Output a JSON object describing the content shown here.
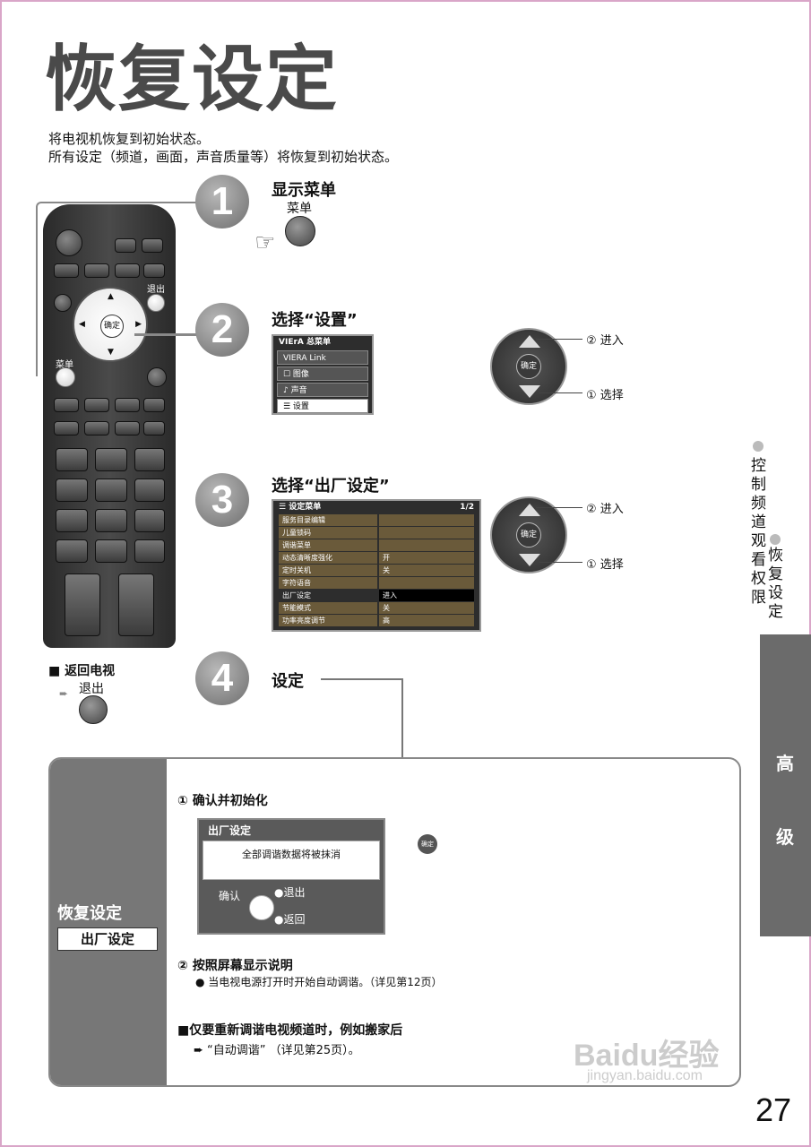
{
  "title": "恢复设定",
  "intro": [
    "将电视机恢复到初始状态。",
    "所有设定（频道，画面，声音质量等）将恢复到初始状态。"
  ],
  "remote": {
    "exit_label": "退出",
    "menu_label": "菜单",
    "ok_label": "确定"
  },
  "steps": [
    {
      "num": "1",
      "title": "显示菜单",
      "sub": "菜单"
    },
    {
      "num": "2",
      "title": "选择“设置”"
    },
    {
      "num": "3",
      "title": "选择“出厂设定”"
    },
    {
      "num": "4",
      "title": "设定"
    }
  ],
  "main_menu": {
    "header": "VIErA 总菜单",
    "items": [
      "VIERA Link",
      "☐ 图像",
      "♪ 声音",
      "☰ 设置"
    ]
  },
  "setup_menu": {
    "header": "☰ 设定菜单",
    "page": "1/2",
    "rows": [
      {
        "label": "服务目录编辑",
        "value": ""
      },
      {
        "label": "儿童锁码",
        "value": ""
      },
      {
        "label": "调谐菜单",
        "value": ""
      },
      {
        "label": "动态清晰度强化",
        "value": "开"
      },
      {
        "label": "定时关机",
        "value": "关"
      },
      {
        "label": "字符语音",
        "value": ""
      },
      {
        "label": "出厂设定",
        "value": "进入"
      },
      {
        "label": "节能模式",
        "value": "关"
      },
      {
        "label": "功率亮度调节",
        "value": "高"
      }
    ]
  },
  "callouts": {
    "enter": "② 进入",
    "select": "① 选择",
    "ok": "确定"
  },
  "return_tv": {
    "label": "■ 返回电视",
    "button": "退出"
  },
  "side": {
    "items": [
      "控制频道观看权限",
      "恢复设定"
    ],
    "tab": [
      "高",
      "级"
    ]
  },
  "panel": {
    "left_title": "恢复设定",
    "left_box": "出厂设定",
    "step1": "① 确认并初始化",
    "dialog_title": "出厂设定",
    "dialog_msg": "全部调谐数据将被抹消",
    "confirm": "确认",
    "exit": "●退出",
    "back": "●返回",
    "ok_icon": "确定",
    "step2": "② 按照屏幕显示说明",
    "step2_note": "● 当电视电源打开时开始自动调谐。（详见第12页）",
    "retune_title": "■仅要重新调谐电视频道时，例如搬家后",
    "retune_note": "➨ “自动调谐” （详见第25页）。"
  },
  "watermark": {
    "brand": "Baidu经验",
    "url": "jingyan.baidu.com"
  },
  "page_number": "27"
}
